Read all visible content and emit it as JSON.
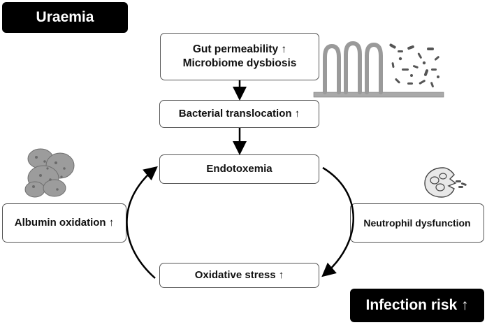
{
  "labels": {
    "uraemia": "Uraemia",
    "infection_risk": "Infection risk ↑"
  },
  "boxes": {
    "gut_line1": "Gut permeability ↑",
    "gut_line2": "Microbiome dysbiosis",
    "bacterial": "Bacterial translocation ↑",
    "endotoxemia": "Endotoxemia",
    "oxidative": "Oxidative stress ↑",
    "albumin": "Albumin oxidation ↑",
    "neutrophil": "Neutrophil dysfunction"
  },
  "illustrations": {
    "gut": "gut-epithelium-bacteria-illustration",
    "albumin": "albumin-protein-illustration",
    "neutrophil": "neutrophil-cell-illustration"
  },
  "colors": {
    "label_bg": "#000000",
    "box_border": "#555555",
    "arrow": "#000000"
  }
}
